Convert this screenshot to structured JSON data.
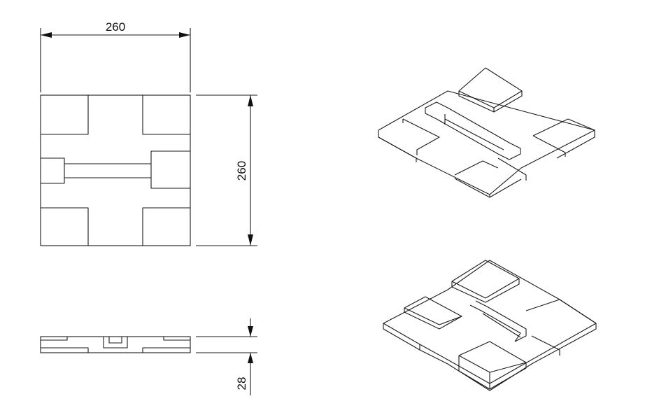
{
  "dimensions": {
    "width": "260",
    "height": "260",
    "thickness": "28"
  },
  "colors": {
    "line": "#1a1a1a",
    "background": "#ffffff"
  }
}
